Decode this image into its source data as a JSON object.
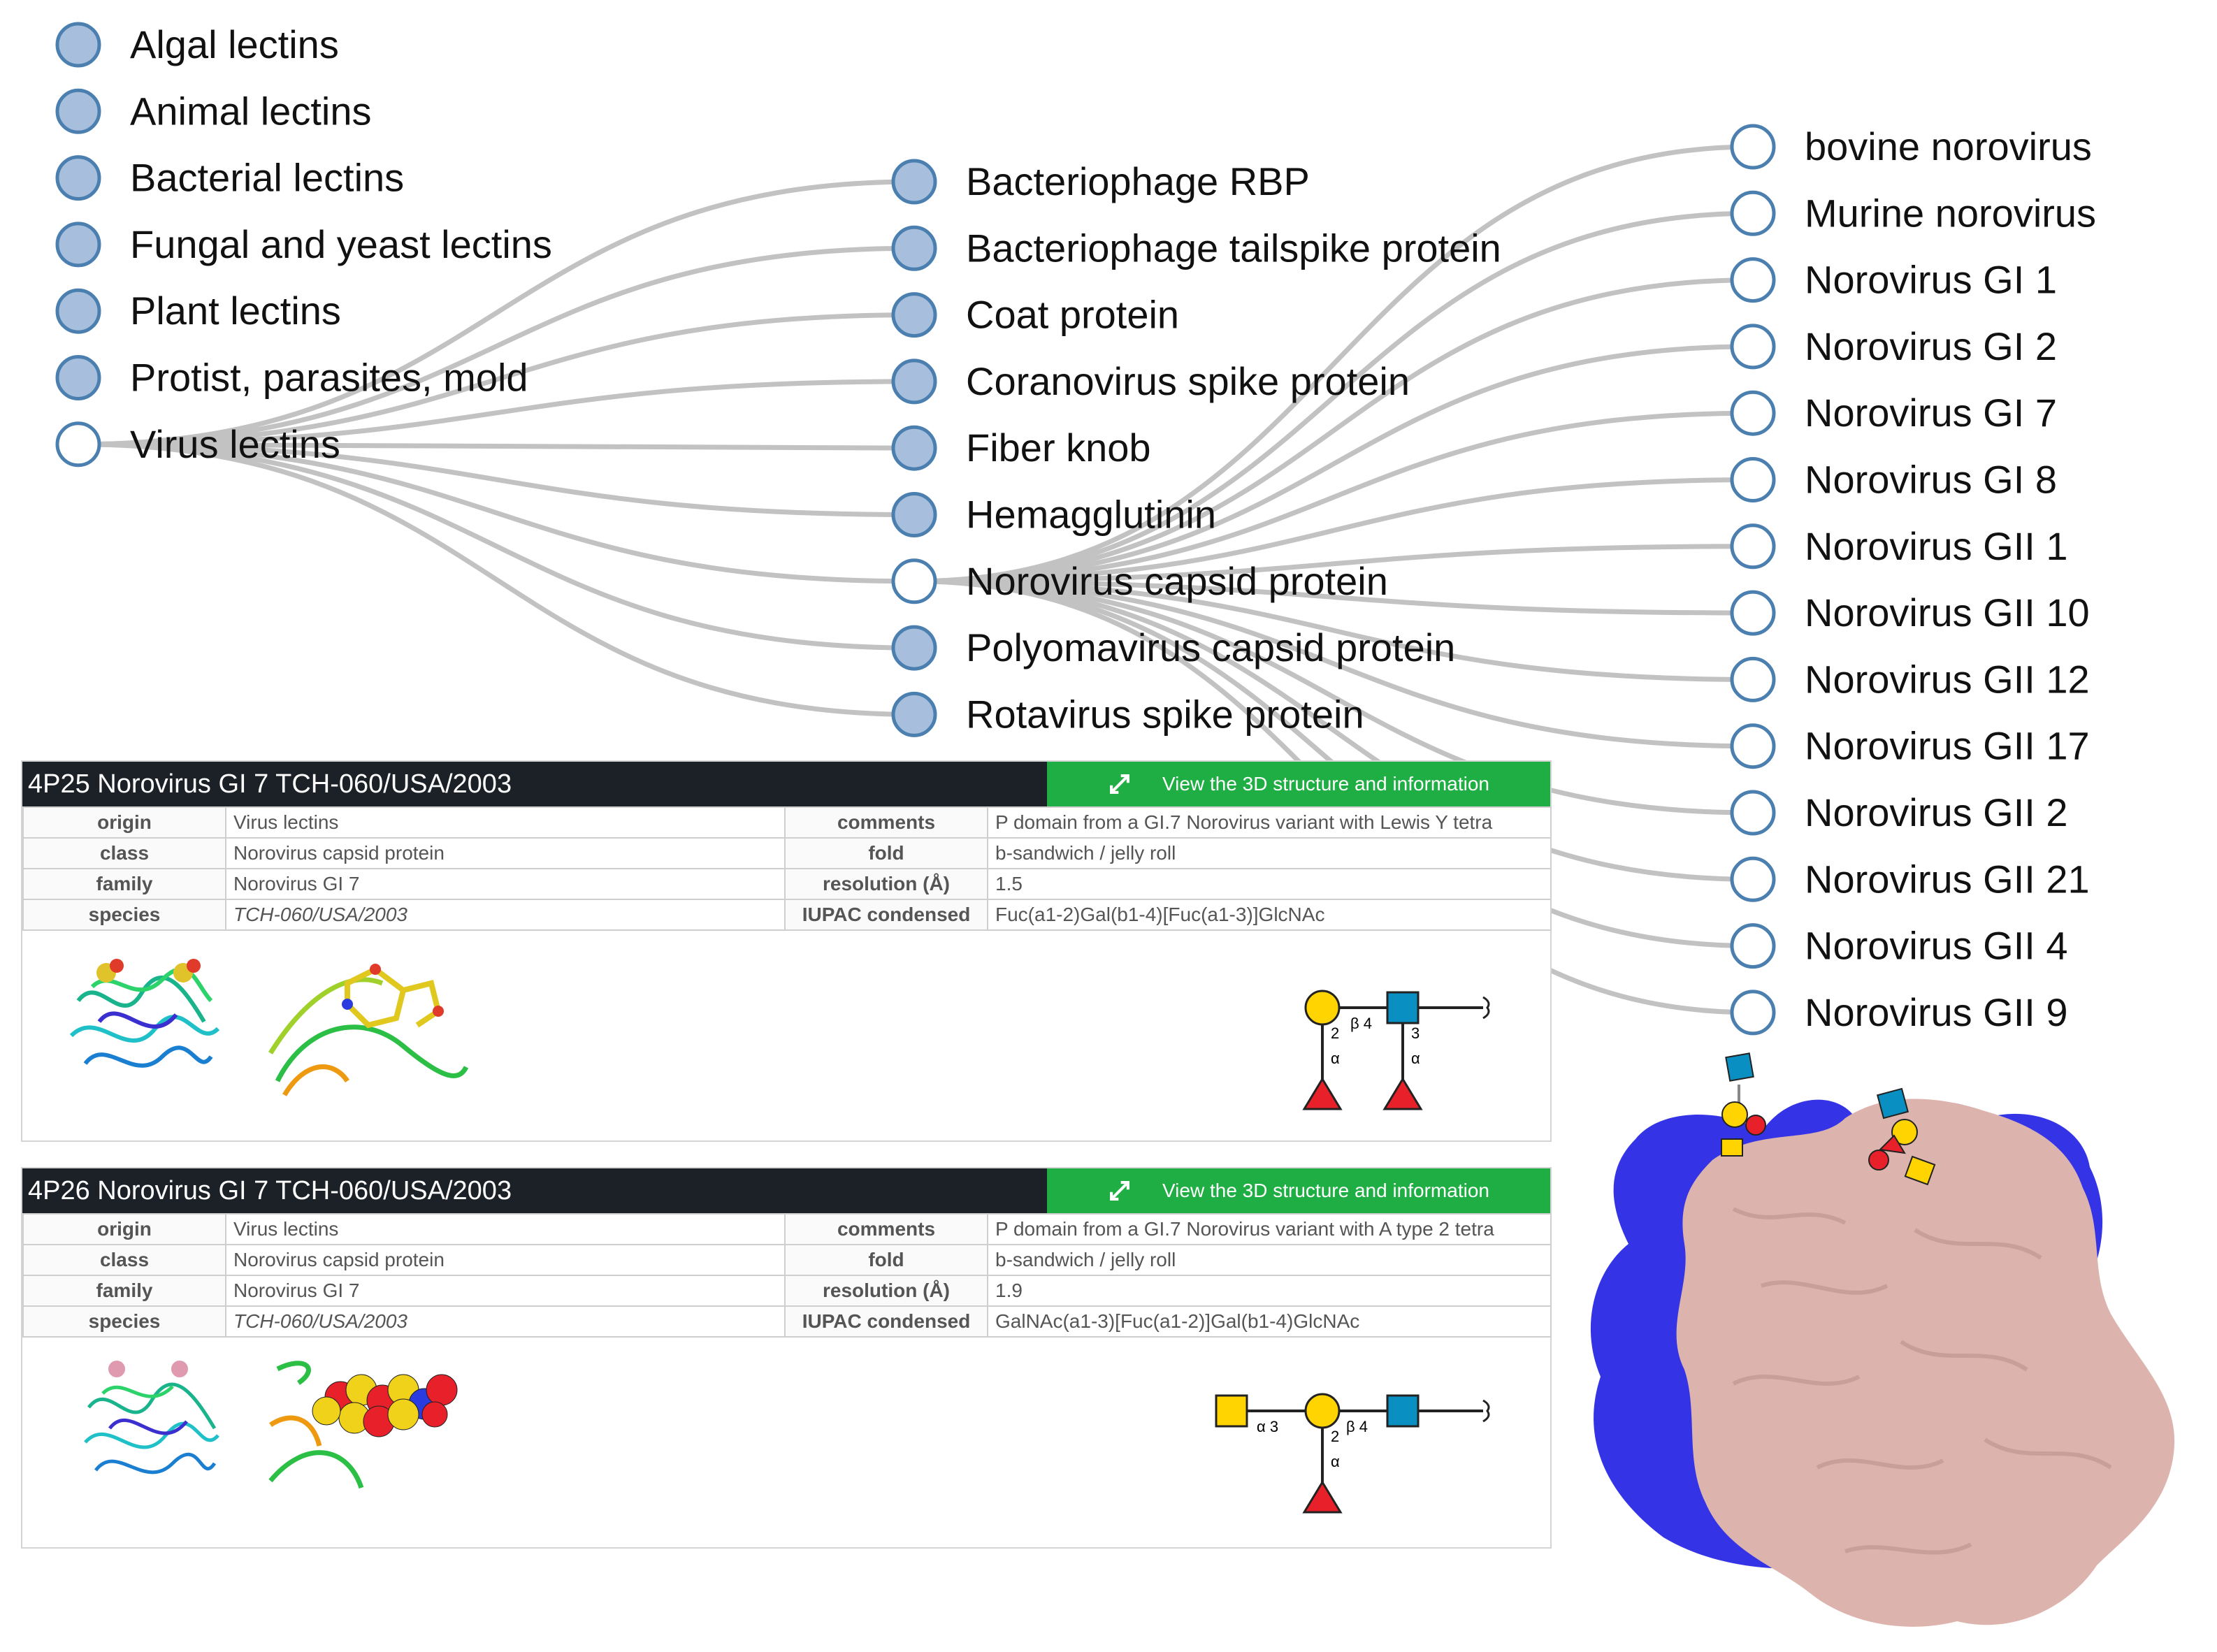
{
  "tree": {
    "level1": [
      {
        "label": "Algal lectins",
        "expanded": false
      },
      {
        "label": "Animal lectins",
        "expanded": false
      },
      {
        "label": "Bacterial lectins",
        "expanded": false
      },
      {
        "label": "Fungal and yeast lectins",
        "expanded": false
      },
      {
        "label": "Plant lectins",
        "expanded": false
      },
      {
        "label": "Protist, parasites, mold",
        "expanded": false
      },
      {
        "label": "Virus lectins",
        "expanded": true
      }
    ],
    "level2": [
      {
        "label": "Bacteriophage RBP",
        "expanded": false
      },
      {
        "label": "Bacteriophage tailspike protein",
        "expanded": false
      },
      {
        "label": "Coat protein",
        "expanded": false
      },
      {
        "label": "Coranovirus spike protein",
        "expanded": false
      },
      {
        "label": "Fiber knob",
        "expanded": false
      },
      {
        "label": "Hemagglutinin",
        "expanded": false
      },
      {
        "label": "Norovirus capsid protein",
        "expanded": true
      },
      {
        "label": "Polyomavirus capsid protein",
        "expanded": false
      },
      {
        "label": "Rotavirus spike protein",
        "expanded": false
      }
    ],
    "level3": [
      {
        "label": "bovine norovirus"
      },
      {
        "label": "Murine norovirus"
      },
      {
        "label": "Norovirus GI 1"
      },
      {
        "label": "Norovirus GI 2"
      },
      {
        "label": "Norovirus GI 7"
      },
      {
        "label": "Norovirus GI 8"
      },
      {
        "label": "Norovirus GII 1"
      },
      {
        "label": "Norovirus GII 10"
      },
      {
        "label": "Norovirus GII 12"
      },
      {
        "label": "Norovirus GII 17"
      },
      {
        "label": "Norovirus GII 2"
      },
      {
        "label": "Norovirus GII 21"
      },
      {
        "label": "Norovirus GII 4"
      },
      {
        "label": "Norovirus GII 9"
      }
    ]
  },
  "colors": {
    "collapsed_fill": "#a7bfdc",
    "node_stroke": "#4a7fb0",
    "edge": "#c2c2c2",
    "header_bg": "#1c2128",
    "button_bg": "#1fae43",
    "glycan_galactose": "#ffd400",
    "glycan_glcnac": "#0a8fc2",
    "glycan_fucose": "#e8202a"
  },
  "cards": [
    {
      "title": "4P25 Norovirus GI 7 TCH-060/USA/2003",
      "button": "View the 3D structure and information",
      "button_icon": "expand-arrows-icon",
      "labels": {
        "origin": "origin",
        "class": "class",
        "family": "family",
        "species": "species",
        "comments": "comments",
        "fold": "fold",
        "resolution": "resolution (Å)",
        "iupac": "IUPAC condensed"
      },
      "origin": "Virus lectins",
      "class": "Norovirus capsid protein",
      "family": "Norovirus GI 7",
      "species": "TCH-060/USA/2003",
      "comments": "P domain from a GI.7 Norovirus variant with Lewis Y tetra",
      "fold": "b-sandwich / jelly roll",
      "resolution": "1.5",
      "iupac": "Fuc(a1-2)Gal(b1-4)[Fuc(a1-3)]GlcNAc",
      "glycan": {
        "link1_pos": "2",
        "link1_anomer": "α",
        "link2": "β 4",
        "link3_pos": "3",
        "link3_anomer": "α"
      }
    },
    {
      "title": "4P26 Norovirus GI 7 TCH-060/USA/2003",
      "button": "View the 3D structure and information",
      "button_icon": "expand-arrows-icon",
      "labels": {
        "origin": "origin",
        "class": "class",
        "family": "family",
        "species": "species",
        "comments": "comments",
        "fold": "fold",
        "resolution": "resolution (Å)",
        "iupac": "IUPAC condensed"
      },
      "origin": "Virus lectins",
      "class": "Norovirus capsid protein",
      "family": "Norovirus GI 7",
      "species": "TCH-060/USA/2003",
      "comments": "P domain from a GI.7 Norovirus variant with A type 2 tetra",
      "fold": "b-sandwich / jelly roll",
      "resolution": "1.9",
      "iupac": "GalNAc(a1-3)[Fuc(a1-2)]Gal(b1-4)GlcNAc",
      "glycan": {
        "link0": "α 3",
        "link1_pos": "2",
        "link1_anomer": "α",
        "link2": "β 4"
      }
    }
  ]
}
